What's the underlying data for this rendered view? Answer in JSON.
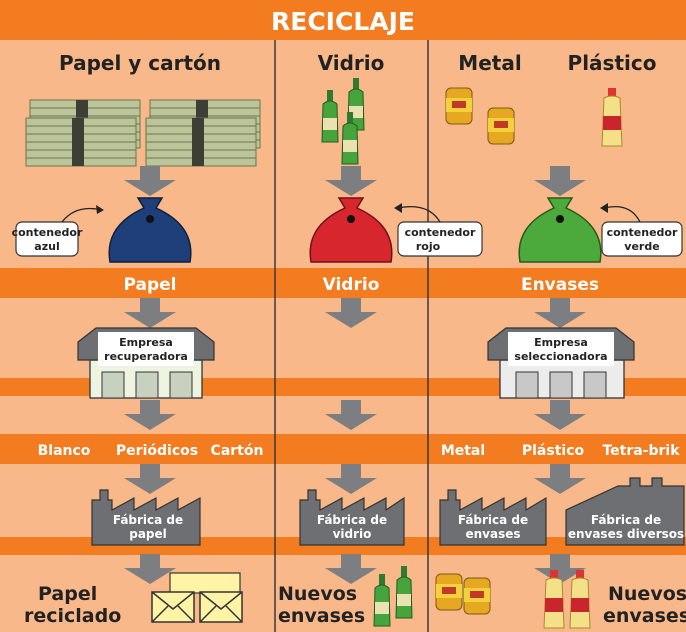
{
  "title": "RECICLAJE",
  "columns": {
    "paper": {
      "heading": "Papel y cartón",
      "band": "Papel"
    },
    "glass": {
      "heading": "Vidrio",
      "band": "Vidrio"
    },
    "packaging": {
      "heading_metal": "Metal",
      "heading_plastic": "Plástico",
      "band": "Envases"
    }
  },
  "containers": {
    "blue": {
      "line1": "contenedor",
      "line2": "azul",
      "color": "#1f3f7a"
    },
    "red": {
      "line1": "contenedor",
      "line2": "rojo",
      "color": "#d8262e"
    },
    "green": {
      "line1": "contenedor",
      "line2": "verde",
      "color": "#4caa3c"
    }
  },
  "companies": {
    "recovery": {
      "line1": "Empresa",
      "line2": "recuperadora"
    },
    "sorting": {
      "line1": "Empresa",
      "line2": "seleccionadora"
    }
  },
  "materials": {
    "paper": [
      "Blanco",
      "Periódicos",
      "Cartón"
    ],
    "packaging": [
      "Metal",
      "Plástico",
      "Tetra-brik"
    ]
  },
  "factories": {
    "paper": {
      "line1": "Fábrica de",
      "line2": "papel"
    },
    "glass": {
      "line1": "Fábrica de",
      "line2": "vidrio"
    },
    "packaging": {
      "line1": "Fábrica de",
      "line2": "envases"
    },
    "various": {
      "line1": "Fábrica de",
      "line2": "envases diversos"
    }
  },
  "outputs": {
    "paper": {
      "line1": "Papel",
      "line2": "reciclado"
    },
    "glass": {
      "line1": "Nuevos",
      "line2": "envases"
    },
    "packaging": {
      "line1": "Nuevos",
      "line2": "envases"
    }
  },
  "colors": {
    "background": "#f9b88a",
    "band": "#f47c20",
    "arrow": "#7c7e82",
    "factory": "#6d6f73",
    "divider": "#3a3a3a"
  }
}
